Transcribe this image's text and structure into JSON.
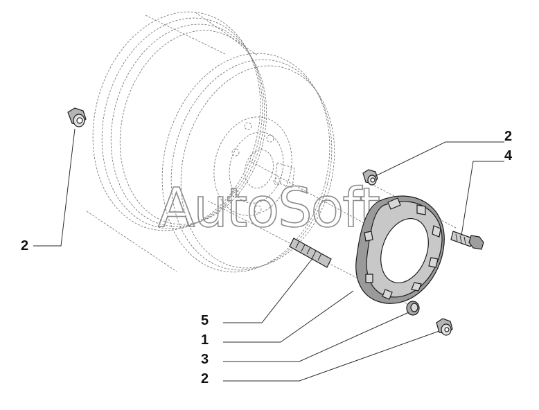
{
  "watermark": "AutoSoft",
  "callouts": [
    {
      "id": "left-nut",
      "label": "2"
    },
    {
      "id": "upper-nut",
      "label": "2"
    },
    {
      "id": "bolt",
      "label": "4"
    },
    {
      "id": "stud",
      "label": "5"
    },
    {
      "id": "wheel-weight",
      "label": "1"
    },
    {
      "id": "washer",
      "label": "3"
    },
    {
      "id": "lower-nut",
      "label": "2"
    }
  ]
}
